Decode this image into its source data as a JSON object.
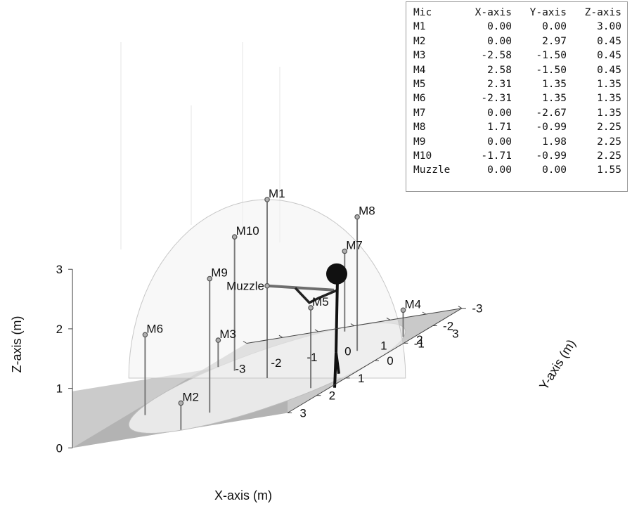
{
  "chart_data": {
    "type": "scatter3d",
    "xlabel": "X-axis (m)",
    "ylabel": "Y-axis (m)",
    "zlabel": "Z-axis (m)",
    "xlim": [
      -3,
      3
    ],
    "ylim": [
      -3,
      3
    ],
    "zlim": [
      0,
      3
    ],
    "x_ticks": [
      "-3",
      "-2",
      "-1",
      "0",
      "1",
      "2",
      "3"
    ],
    "y_ticks": [
      "-3",
      "-2",
      "-1",
      "0",
      "1",
      "2",
      "3"
    ],
    "z_ticks": [
      "0",
      "1",
      "2",
      "3"
    ],
    "dome_radius": 3,
    "points": [
      {
        "label": "M1",
        "x": 0.0,
        "y": 0.0,
        "z": 3.0
      },
      {
        "label": "M2",
        "x": 0.0,
        "y": 2.97,
        "z": 0.45
      },
      {
        "label": "M3",
        "x": -2.58,
        "y": -1.5,
        "z": 0.45
      },
      {
        "label": "M4",
        "x": 2.58,
        "y": -1.5,
        "z": 0.45
      },
      {
        "label": "M5",
        "x": 2.31,
        "y": 1.35,
        "z": 1.35
      },
      {
        "label": "M6",
        "x": -2.31,
        "y": 1.35,
        "z": 1.35
      },
      {
        "label": "M7",
        "x": 0.0,
        "y": -2.67,
        "z": 1.35
      },
      {
        "label": "M8",
        "x": 1.71,
        "y": -0.99,
        "z": 2.25
      },
      {
        "label": "M9",
        "x": 0.0,
        "y": 1.98,
        "z": 2.25
      },
      {
        "label": "M10",
        "x": -1.71,
        "y": -0.99,
        "z": 2.25
      },
      {
        "label": "Muzzle",
        "x": 0.0,
        "y": 0.0,
        "z": 1.55
      }
    ],
    "table": {
      "columns": [
        "Mic",
        "X-axis",
        "Y-axis",
        "Z-axis"
      ],
      "rows": [
        [
          "M1",
          "0.00",
          "0.00",
          "3.00"
        ],
        [
          "M2",
          "0.00",
          "2.97",
          "0.45"
        ],
        [
          "M3",
          "-2.58",
          "-1.50",
          "0.45"
        ],
        [
          "M4",
          "2.58",
          "-1.50",
          "0.45"
        ],
        [
          "M5",
          "2.31",
          "1.35",
          "1.35"
        ],
        [
          "M6",
          "-2.31",
          "1.35",
          "1.35"
        ],
        [
          "M7",
          "0.00",
          "-2.67",
          "1.35"
        ],
        [
          "M8",
          "1.71",
          "-0.99",
          "2.25"
        ],
        [
          "M9",
          "0.00",
          "1.98",
          "2.25"
        ],
        [
          "M10",
          "-1.71",
          "-0.99",
          "2.25"
        ],
        [
          "Muzzle",
          "0.00",
          "0.00",
          "1.55"
        ]
      ]
    }
  }
}
